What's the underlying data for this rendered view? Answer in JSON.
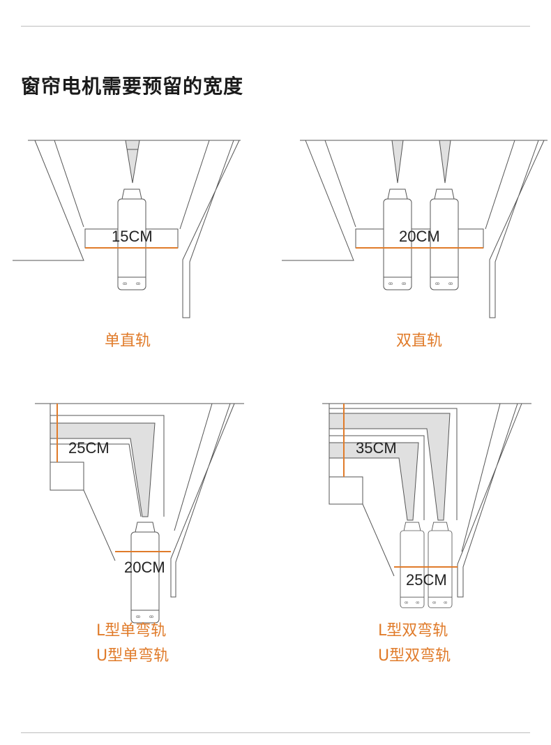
{
  "page": {
    "title": "窗帘电机需要预留的宽度"
  },
  "colors": {
    "accent": "#e07b2a",
    "line": "#555555",
    "fill": "#e0e0e0",
    "text": "#222222"
  },
  "panels": [
    {
      "caption": "单直轨",
      "width_label": "15CM"
    },
    {
      "caption": "双直轨",
      "width_label": "20CM"
    },
    {
      "caption_lines": [
        "L型单弯轨",
        "U型单弯轨"
      ],
      "depth_label": "25CM",
      "width_label": "20CM"
    },
    {
      "caption_lines": [
        "L型双弯轨",
        "U型双弯轨"
      ],
      "depth_label": "35CM",
      "width_label": "25CM"
    }
  ]
}
